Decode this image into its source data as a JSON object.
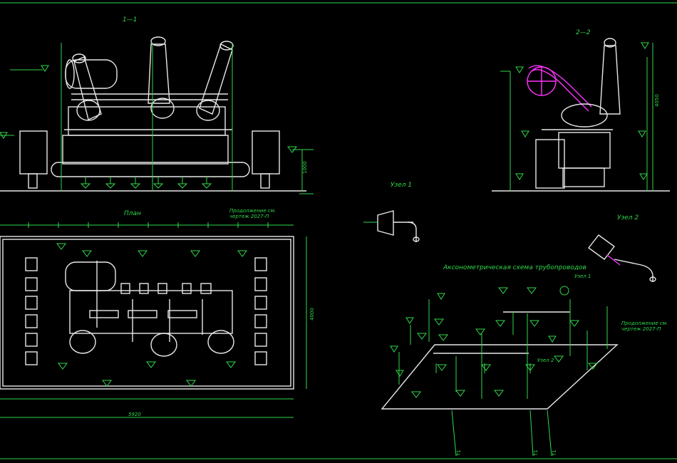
{
  "drawing": {
    "section1_title": "1—1",
    "section2_title": "2—2",
    "plan_title": "План",
    "node1_title": "Узел 1",
    "node2_title": "Узел 2",
    "axon_title": "Аксонометрическая схема трубопроводов",
    "note_top": "Продолжение см.",
    "note_top2": "чертеж 2027-П",
    "note_right": "Продолжение см.",
    "note_right2": "чертеж 2027-П",
    "node1_callout": "Узел 1",
    "node2_callout": "Узел 2",
    "dim_total": "5920",
    "riser_labels": [
      "Т1",
      "Т1",
      "Т1"
    ]
  }
}
